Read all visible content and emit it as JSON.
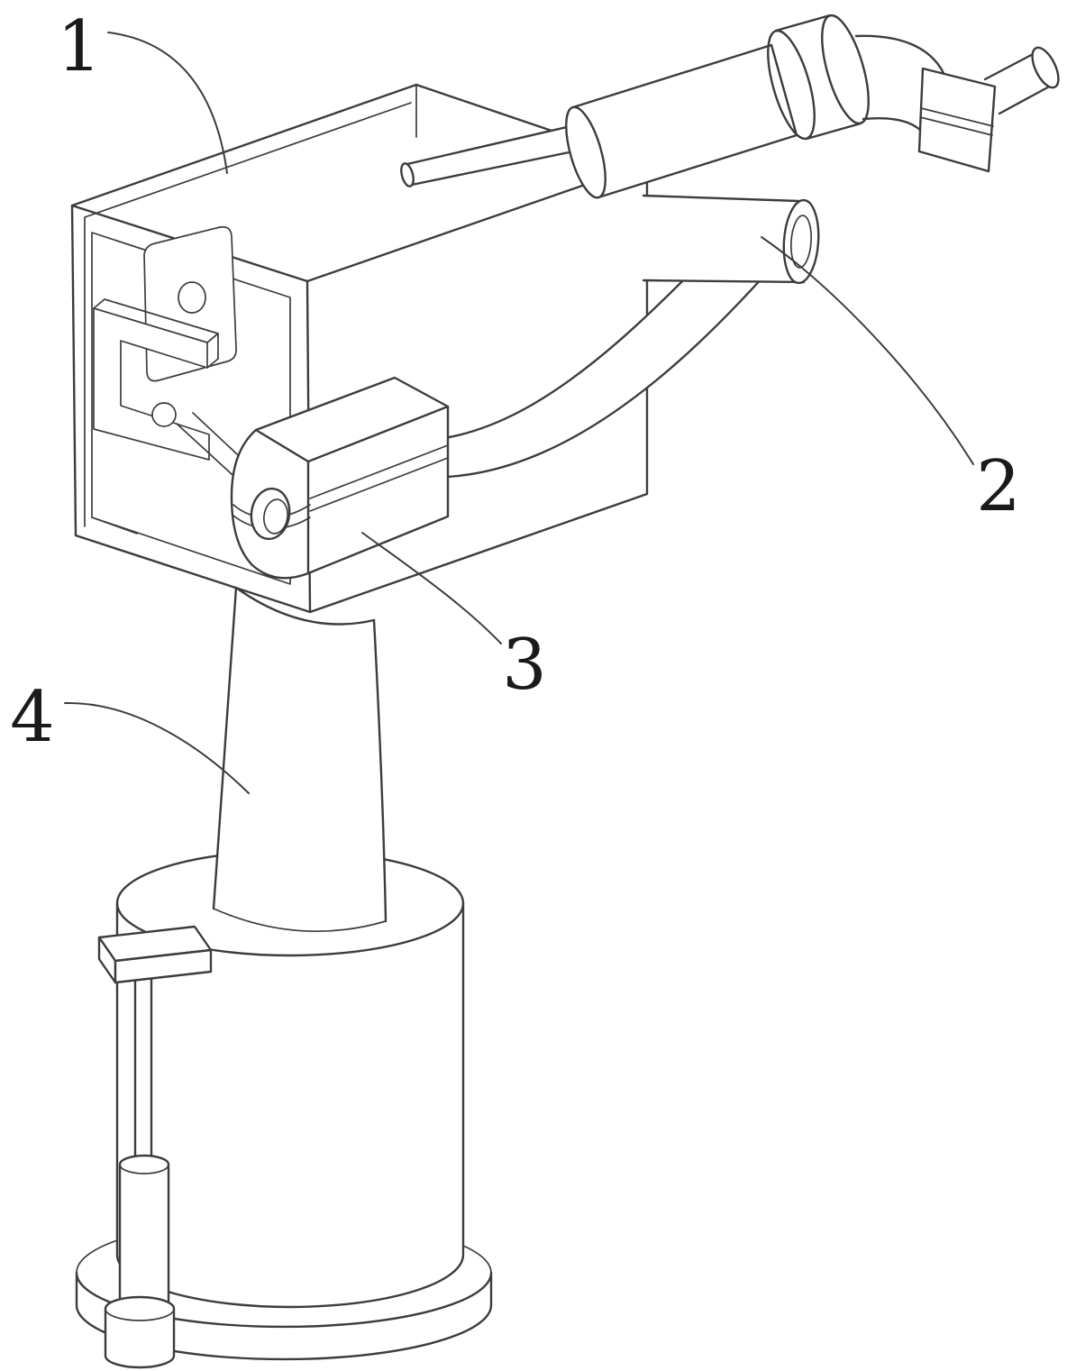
{
  "page": {
    "background": "#ffffff"
  },
  "diagram": {
    "stroke_color": "#3c3c3c",
    "label_color": "#1a1a1a",
    "labels": [
      {
        "text": "1"
      },
      {
        "text": "2"
      },
      {
        "text": "3"
      },
      {
        "text": "4"
      }
    ]
  }
}
